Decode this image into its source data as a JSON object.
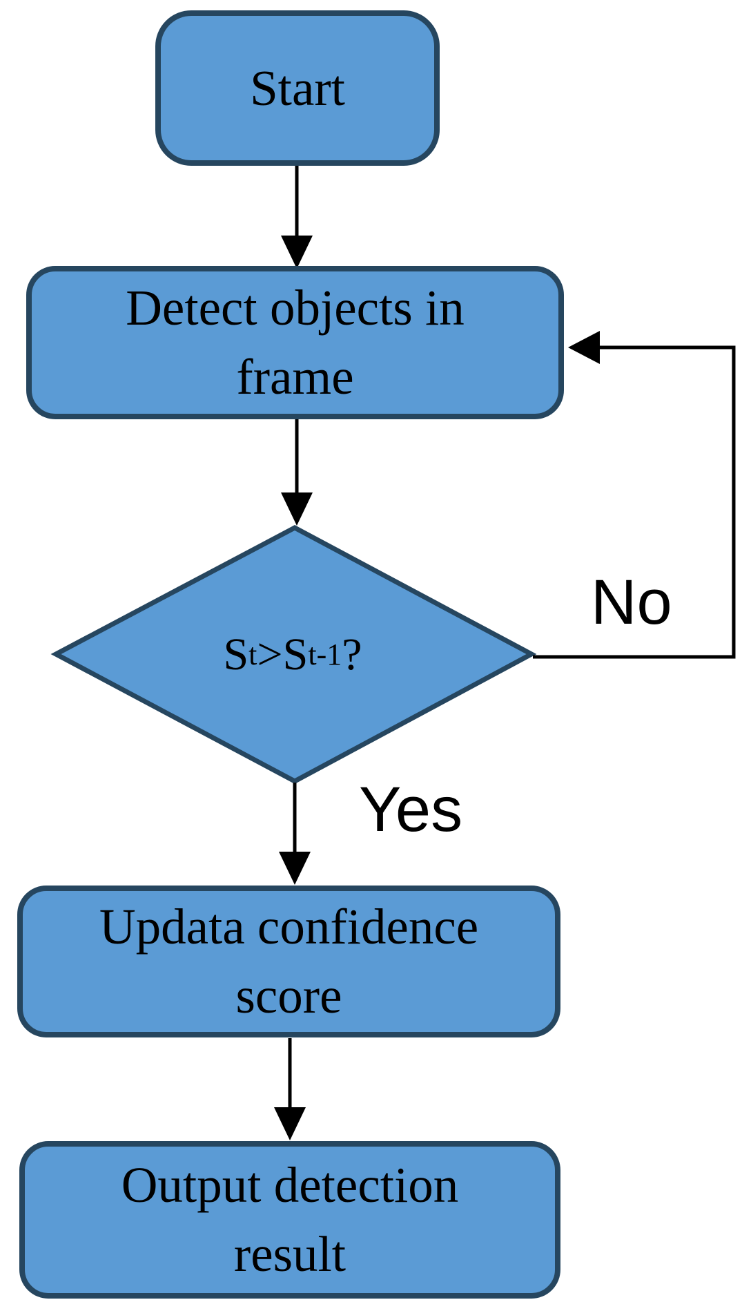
{
  "diagram": {
    "type": "flowchart",
    "background": "#ffffff",
    "colors": {
      "node_fill": "#5b9bd5",
      "node_border": "#26465f",
      "connector": "#000000",
      "text": "#000000"
    },
    "nodes": [
      {
        "id": "start",
        "shape": "rounded-rect",
        "label": "Start"
      },
      {
        "id": "detect",
        "shape": "rounded-rect",
        "label": "Detect objects in frame"
      },
      {
        "id": "decision",
        "shape": "diamond",
        "label": "St>St-1?",
        "label_parts": {
          "base1": "S",
          "sub1": "t",
          "operator": ">",
          "base2": "S",
          "sub2": "t-1",
          "suffix": "?"
        }
      },
      {
        "id": "update",
        "shape": "rounded-rect",
        "label": "Updata confidence score"
      },
      {
        "id": "output",
        "shape": "rounded-rect",
        "label": "Output detection result"
      }
    ],
    "edges": [
      {
        "from": "start",
        "to": "detect",
        "label": ""
      },
      {
        "from": "detect",
        "to": "decision",
        "label": ""
      },
      {
        "from": "decision",
        "to": "update",
        "label": "Yes"
      },
      {
        "from": "decision",
        "to": "detect",
        "label": "No"
      },
      {
        "from": "update",
        "to": "output",
        "label": ""
      }
    ],
    "edge_labels": {
      "yes": "Yes",
      "no": "No"
    }
  }
}
